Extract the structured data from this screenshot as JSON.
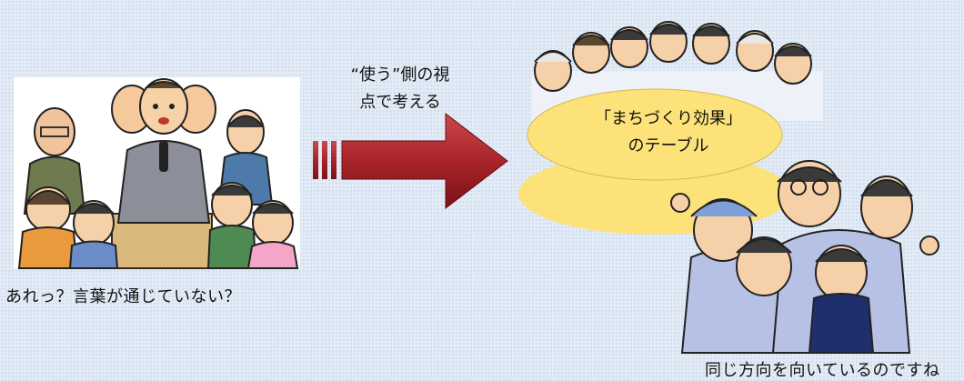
{
  "left_caption": "あれっ？言葉が通じていない？",
  "arrow": {
    "line1": "“使う”側の視",
    "line2": "点で考える"
  },
  "table_label": {
    "line1": "「まちづくり効果」",
    "line2": "のテーブル"
  },
  "right_caption": "同じ方向を向いているのですね",
  "colors": {
    "arrow": "#a8242b",
    "table": "#fde27a",
    "background": "#e3ecf6"
  }
}
